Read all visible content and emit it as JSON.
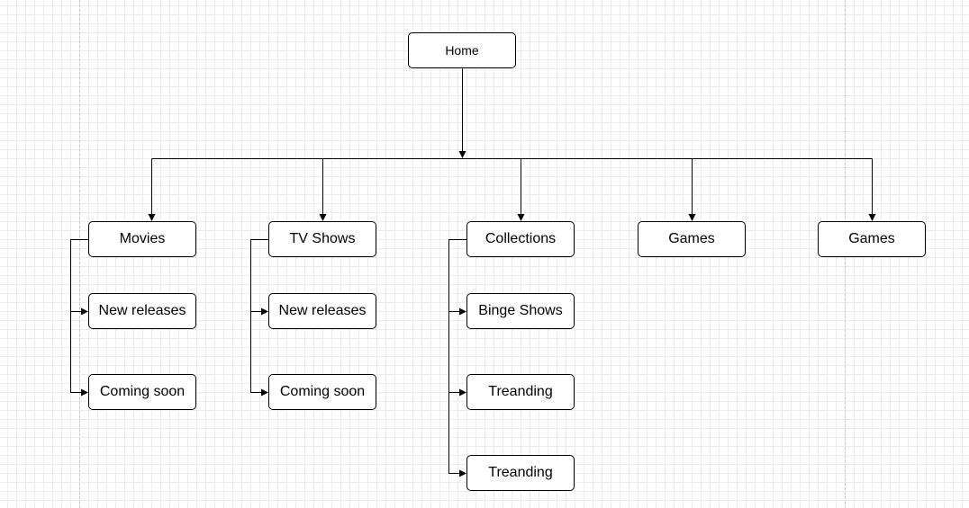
{
  "diagram": {
    "nodes": {
      "home": "Home",
      "movies": "Movies",
      "movies_new_releases": "New releases",
      "movies_coming_soon": "Coming soon",
      "tv_shows": "TV Shows",
      "tv_new_releases": "New releases",
      "tv_coming_soon": "Coming soon",
      "collections": "Collections",
      "collections_binge_shows": "Binge Shows",
      "collections_treanding_1": "Treanding",
      "collections_treanding_2": "Treanding",
      "games_1": "Games",
      "games_2": "Games"
    },
    "edges": [
      [
        "home",
        "movies"
      ],
      [
        "home",
        "tv_shows"
      ],
      [
        "home",
        "collections"
      ],
      [
        "home",
        "games_1"
      ],
      [
        "home",
        "games_2"
      ],
      [
        "movies",
        "movies_new_releases"
      ],
      [
        "movies",
        "movies_coming_soon"
      ],
      [
        "tv_shows",
        "tv_new_releases"
      ],
      [
        "tv_shows",
        "tv_coming_soon"
      ],
      [
        "collections",
        "collections_binge_shows"
      ],
      [
        "collections",
        "collections_treanding_1"
      ],
      [
        "collections",
        "collections_treanding_2"
      ]
    ]
  }
}
